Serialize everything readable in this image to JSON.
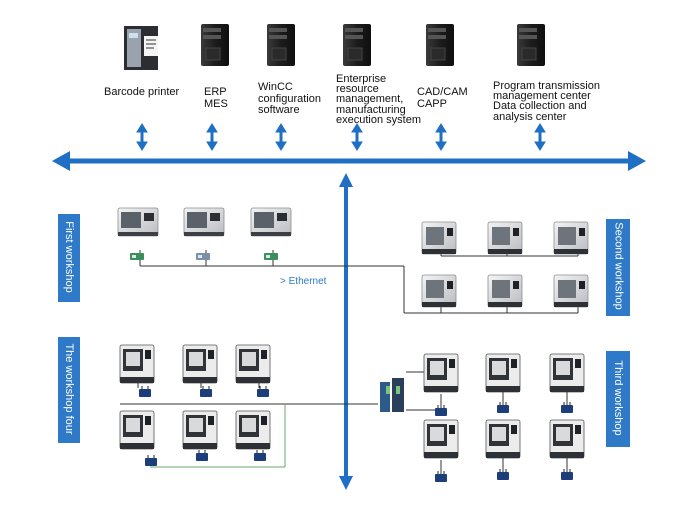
{
  "top_systems": [
    {
      "label": "Barcode printer",
      "icon": "barcode-printer-icon"
    },
    {
      "label": "ERP\nMES",
      "icon": "server-icon"
    },
    {
      "label": "WinCC\nconfiguration\nsoftware",
      "icon": "server-icon"
    },
    {
      "label": "Enterprise\nresource\nmanagement,\nmanufacturing\nexecution system",
      "icon": "server-icon"
    },
    {
      "label": "CAD/CAM\nCAPP",
      "icon": "server-icon"
    },
    {
      "label": "Program transmission\nmanagement center\nData collection and\nanalysis center",
      "icon": "server-icon"
    }
  ],
  "workshops": {
    "first": "First workshop",
    "second": "Second workshop",
    "third": "Third workshop",
    "four": "The workshop four"
  },
  "network": {
    "ethernet_label": "> Ethernet"
  },
  "colors": {
    "bus": "#1f6fc4",
    "tab": "#2f79c9",
    "line": "#333333",
    "green_line": "#6aa86a"
  }
}
